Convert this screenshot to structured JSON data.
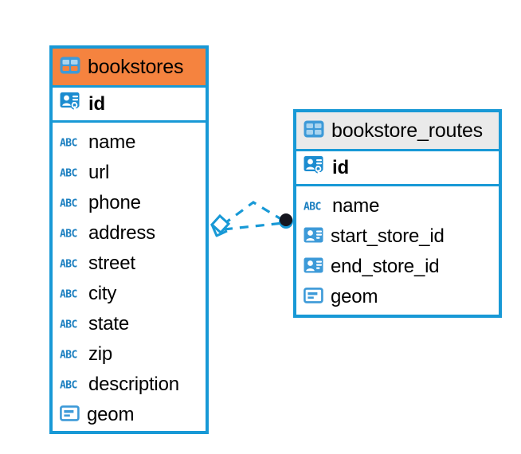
{
  "diagram": {
    "type": "entity-relationship-diagram",
    "background_color": "#ffffff",
    "accent_color": "#1899d6",
    "highlight_color": "#f5833f",
    "neutral_header_color": "#eaeaea"
  },
  "tables": [
    {
      "name": "bookstores",
      "header_style": "accent",
      "table_icon": "table-icon",
      "primary_key": {
        "label": "id",
        "icon": "primary-key-icon"
      },
      "fields": [
        {
          "label": "name",
          "icon": "text-field-icon"
        },
        {
          "label": "url",
          "icon": "text-field-icon"
        },
        {
          "label": "phone",
          "icon": "text-field-icon"
        },
        {
          "label": "address",
          "icon": "text-field-icon"
        },
        {
          "label": "street",
          "icon": "text-field-icon"
        },
        {
          "label": "city",
          "icon": "text-field-icon"
        },
        {
          "label": "state",
          "icon": "text-field-icon"
        },
        {
          "label": "zip",
          "icon": "text-field-icon"
        },
        {
          "label": "description",
          "icon": "text-field-icon"
        },
        {
          "label": "geom",
          "icon": "geometry-field-icon"
        }
      ]
    },
    {
      "name": "bookstore_routes",
      "header_style": "neutral",
      "table_icon": "table-icon",
      "primary_key": {
        "label": "id",
        "icon": "primary-key-icon"
      },
      "fields": [
        {
          "label": "name",
          "icon": "text-field-icon"
        },
        {
          "label": "start_store_id",
          "icon": "foreign-key-icon"
        },
        {
          "label": "end_store_id",
          "icon": "foreign-key-icon"
        },
        {
          "label": "geom",
          "icon": "geometry-field-icon"
        }
      ]
    }
  ],
  "relationship": {
    "style": "dashed",
    "color": "#1899d6",
    "source_marker": "diamond-marker",
    "target_marker": "filled-circle-marker",
    "source_table": "bookstores",
    "target_table": "bookstore_routes"
  }
}
